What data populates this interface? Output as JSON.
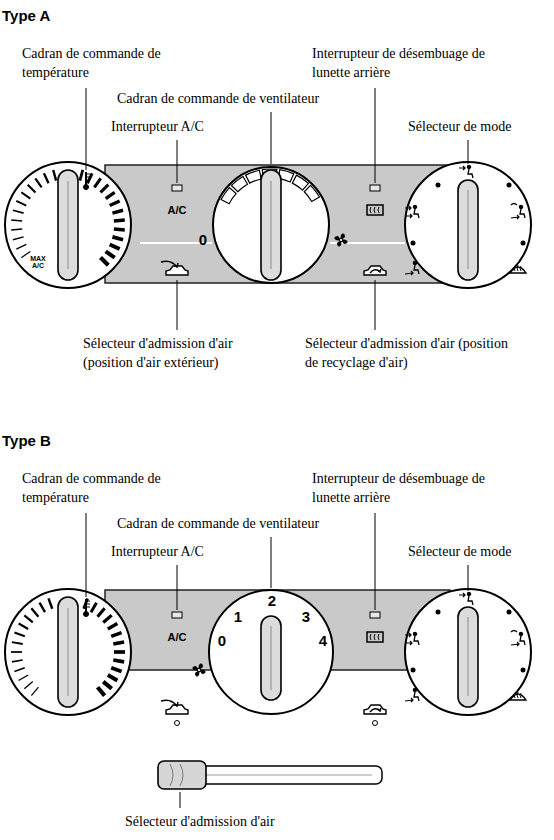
{
  "diagram": {
    "labels": [
      "Type A",
      "Cadran de commande de température",
      "Interrupteur de désembuage de lunette arrière",
      "Cadran de commande de ventilateur",
      "Interrupteur A/C",
      "Sélecteur de mode",
      "A/C",
      "0",
      "MAX A/C",
      "Sélecteur d'admission d'air (position d'air extérieur)",
      "Sélecteur d'admission d'air (position de recyclage d'air)",
      "Type B",
      "Cadran de commande de température",
      "Interrupteur de désembuage de lunette arrière",
      "Cadran de commande de ventilateur",
      "Interrupteur A/C",
      "Sélecteur de mode",
      "2",
      "1",
      "3",
      "A/C",
      "0",
      "4",
      "Sélecteur d'admission d'air"
    ]
  }
}
